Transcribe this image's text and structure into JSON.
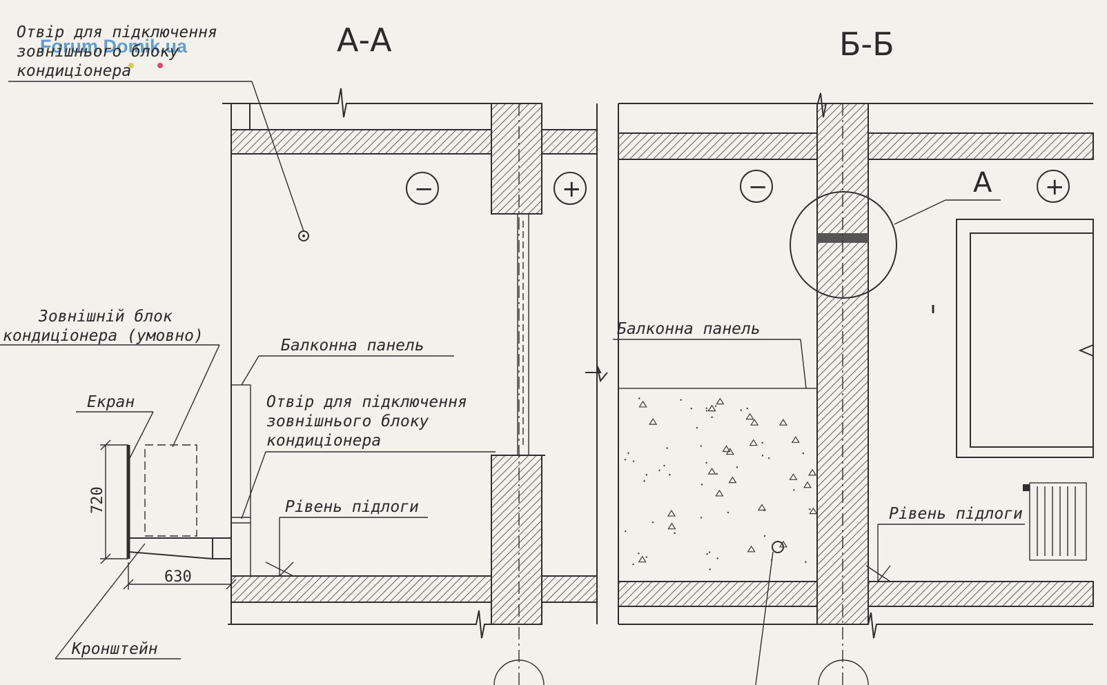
{
  "watermark": "Forum.Domik.ua",
  "sections": {
    "aa_title": "А-А",
    "bb_title": "Б-Б"
  },
  "labels": {
    "hole_top_1": "Отвір для підключення",
    "hole_top_2": "зовнішнього блоку",
    "hole_top_3": "кондиціонера",
    "outdoor_1": "Зовнішній блок",
    "outdoor_2": "кондиціонера (умовно)",
    "screen": "Екран",
    "bracket": "Кронштейн",
    "balcony_aa": "Балконна панель",
    "hole_mid_1": "Отвір для підключення",
    "hole_mid_2": "зовнішнього блоку",
    "hole_mid_3": "кондиціонера",
    "floor_aa": "Рівень підлоги",
    "balcony_bb": "Балконна панель",
    "floor_bb": "Рівень підлоги",
    "detail_a": "А"
  },
  "symbols": {
    "minus": "−",
    "plus": "+"
  },
  "dimensions": {
    "height": "720",
    "width": "630"
  }
}
